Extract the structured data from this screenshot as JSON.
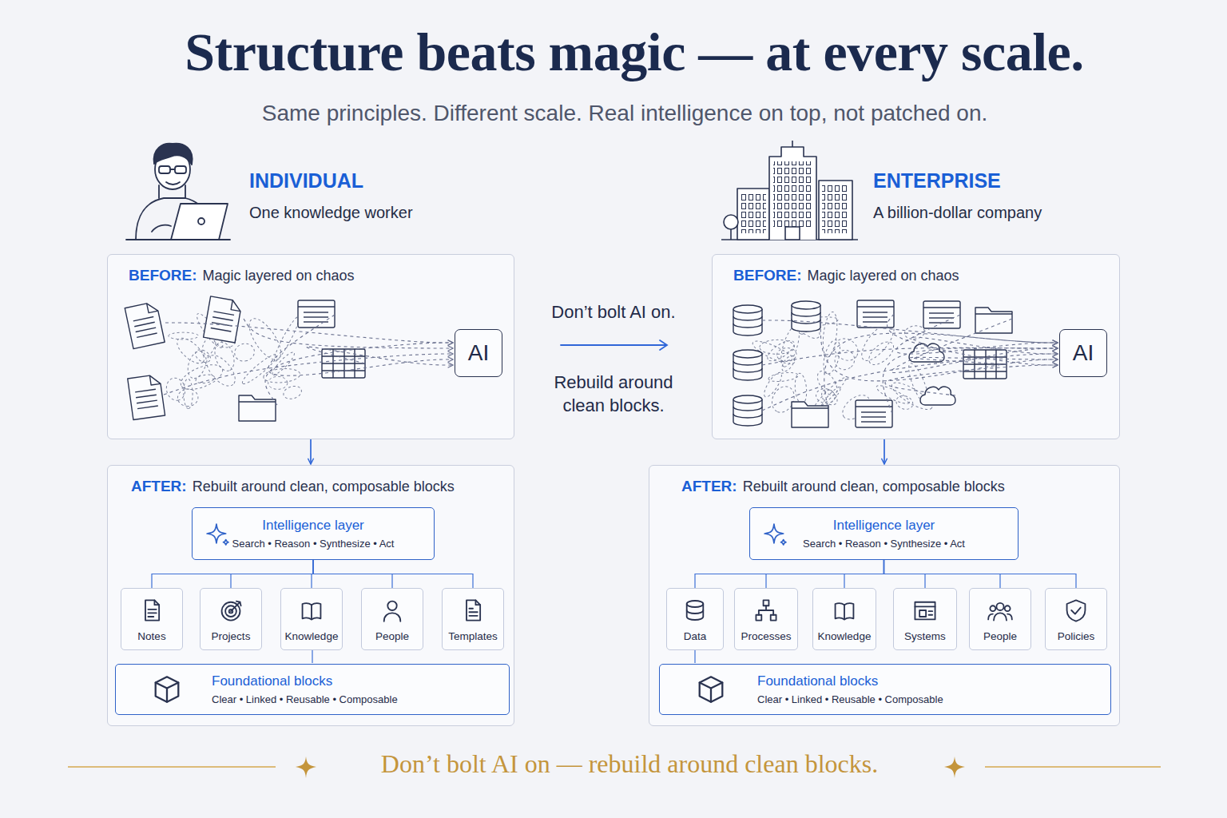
{
  "diagram": {
    "title": "Structure beats magic — at every scale.",
    "caption": "Don’t bolt AI on — rebuild around clean blocks.",
    "nodes": [
      {
        "text": [
          "BEFORE:",
          "Magic layered on chaos"
        ]
      },
      {
        "text": [
          "AI"
        ],
        "in": 0
      },
      {
        "text": [
          "AFTER:",
          "Rebuilt around clean, composable blocks"
        ]
      },
      {
        "text": [
          "Intelligence layer",
          "Search • Reason • Synthesize • Act"
        ],
        "in": 2
      },
      {
        "text": [
          "Notes"
        ],
        "in": 2
      },
      {
        "text": [
          "Projects"
        ],
        "in": 2
      },
      {
        "text": [
          "Knowledge"
        ],
        "in": 2
      },
      {
        "text": [
          "People"
        ],
        "in": 2
      },
      {
        "text": [
          "Templates"
        ],
        "in": 2
      },
      {
        "text": [
          "Foundational blocks",
          "Clear • Linked • Reusable • Composable"
        ],
        "in": 2
      },
      {
        "text": [
          "BEFORE:",
          "Magic layered on chaos"
        ]
      },
      {
        "text": [
          "AI"
        ],
        "in": 10
      },
      {
        "text": [
          "AFTER:",
          "Rebuilt around clean, composable blocks"
        ]
      },
      {
        "text": [
          "Intelligence layer",
          "Search • Reason • Synthesize • Act"
        ],
        "in": 12
      },
      {
        "text": [
          "Data"
        ],
        "in": 12
      },
      {
        "text": [
          "Processes"
        ],
        "in": 12
      },
      {
        "text": [
          "Knowledge"
        ],
        "in": 12
      },
      {
        "text": [
          "Systems"
        ],
        "in": 12
      },
      {
        "text": [
          "People"
        ],
        "in": 12
      },
      {
        "text": [
          "Policies"
        ],
        "in": 12
      },
      {
        "text": [
          "Foundational blocks",
          "Clear • Linked • Reusable • Composable"
        ],
        "in": 12
      }
    ],
    "edges": [
      {
        "from": 0,
        "to": 2,
        "arrow": "to"
      },
      {
        "from": 3,
        "to": 4,
        "arrow": "none"
      },
      {
        "from": 3,
        "to": 5,
        "arrow": "none"
      },
      {
        "from": 3,
        "to": 6,
        "arrow": "none"
      },
      {
        "from": 3,
        "to": 7,
        "arrow": "none"
      },
      {
        "from": 3,
        "to": 8,
        "arrow": "none"
      },
      {
        "from": 6,
        "to": 9,
        "arrow": "none"
      },
      {
        "from": 10,
        "to": 12,
        "arrow": "to"
      },
      {
        "from": 13,
        "to": 14,
        "arrow": "none"
      },
      {
        "from": 13,
        "to": 15,
        "arrow": "none"
      },
      {
        "from": 13,
        "to": 16,
        "arrow": "none"
      },
      {
        "from": 13,
        "to": 17,
        "arrow": "none"
      },
      {
        "from": 13,
        "to": 18,
        "arrow": "none"
      },
      {
        "from": 13,
        "to": 19,
        "arrow": "none"
      },
      {
        "from": 14,
        "to": 20,
        "arrow": "none"
      }
    ],
    "labels": [
      "Same principles. Different scale. Real intelligence on top, not patched on.",
      "INDIVIDUAL",
      "One knowledge worker",
      "ENTERPRISE",
      "A billion-dollar company",
      "Don’t bolt AI on.",
      "Rebuild around clean blocks."
    ]
  }
}
